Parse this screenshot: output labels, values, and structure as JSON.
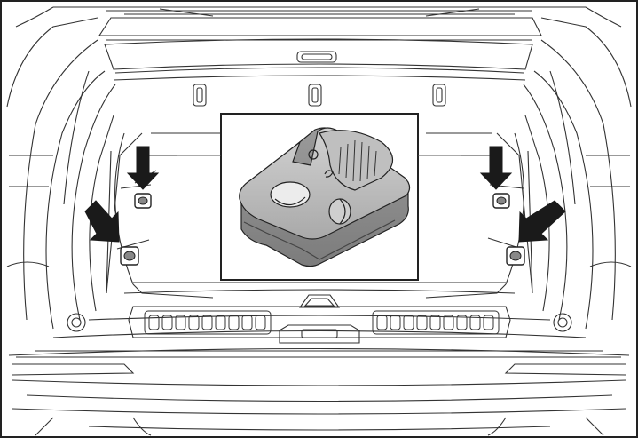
{
  "figure": {
    "icon": "cargo-tie-down-anchor-diagram",
    "stroke_color": "#222222",
    "arrow_color": "#1a1a1a",
    "callout_fill": "#b9b9b9",
    "background": "#ffffff"
  },
  "anchors": {
    "left": [
      "upper-left-tie-down",
      "lower-left-tie-down"
    ],
    "right": [
      "upper-right-tie-down",
      "lower-right-tie-down"
    ]
  },
  "callout": {
    "icon": "tie-down-hook-closeup-icon"
  }
}
